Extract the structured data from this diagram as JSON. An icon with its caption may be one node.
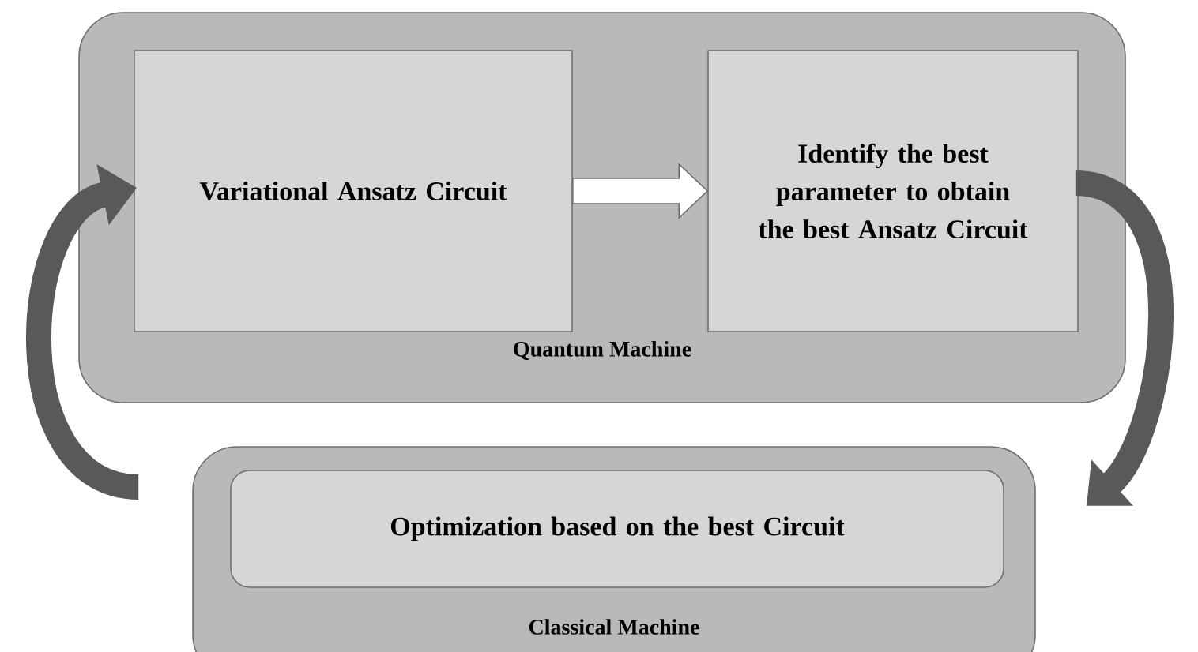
{
  "diagram": {
    "nodes": [
      {
        "text": [
          "Quantum Machine"
        ]
      },
      {
        "text": [
          "Variational Ansatz Circuit"
        ],
        "in": 0
      },
      {
        "text": [
          "Identify the best parameter to obtain the best Ansatz Circuit"
        ],
        "in": 0
      },
      {
        "text": [
          "Classical Machine"
        ]
      },
      {
        "text": [
          "Optimization based on the best Circuit"
        ],
        "in": 3
      }
    ],
    "edges": [
      {
        "from": 1,
        "to": 2,
        "arrow": "to",
        "color": "#ffffff"
      },
      {
        "from": 2,
        "to": 3,
        "arrow": "to"
      },
      {
        "from": 3,
        "to": 1,
        "arrow": "to"
      }
    ]
  }
}
